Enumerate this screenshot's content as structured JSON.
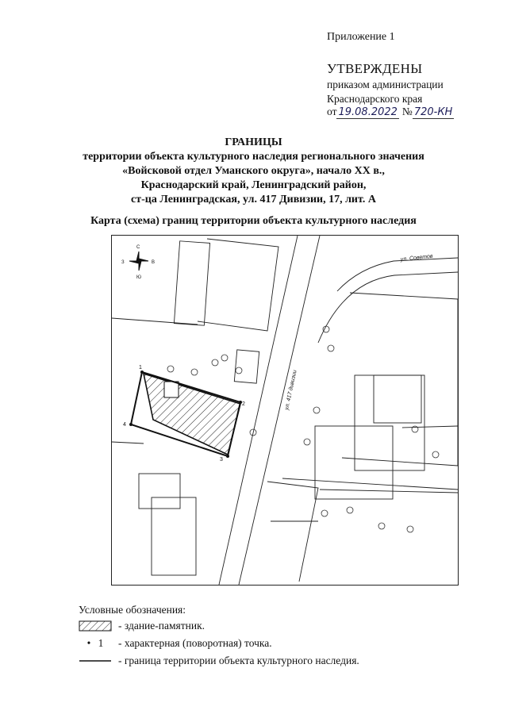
{
  "header": {
    "appendix": "Приложение 1",
    "approved": "УТВЕРЖДЕНЫ",
    "order_line": "приказом администрации",
    "order_region": "Краснодарского края",
    "date_prefix": "от",
    "date_value": "19.08.2022",
    "number_prefix": "№",
    "number_value": "720-КН"
  },
  "title": {
    "main": "ГРАНИЦЫ",
    "line1": "территории объекта культурного наследия регионального значения",
    "line2": "«Войсковой отдел Уманского округа», начало XX в.,",
    "line3": "Краснодарский край, Ленинградский район,",
    "line4": "ст-ца Ленинградская, ул. 417 Дивизии, 17, лит. А"
  },
  "map": {
    "caption": "Карта (схема) границ территории объекта культурного наследия",
    "street_top": "ул. Советов",
    "street_main": "ул. 417 дивизии",
    "compass": {
      "n": "С",
      "s": "Ю",
      "w": "З",
      "e": "В"
    },
    "points": [
      "1",
      "2",
      "3",
      "4"
    ]
  },
  "legend": {
    "title": "Условные обозначения:",
    "items": [
      {
        "symbol": "hatch",
        "text": "- здание-памятник."
      },
      {
        "symbol": "dot",
        "label": "1",
        "text": "- характерная (поворотная) точка."
      },
      {
        "symbol": "line",
        "text": "- граница территории объекта культурного наследия."
      }
    ]
  }
}
